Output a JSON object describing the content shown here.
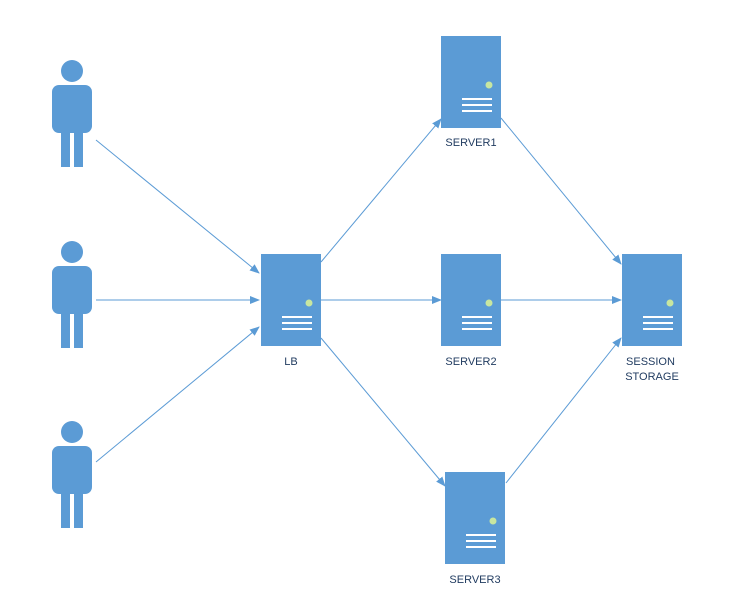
{
  "colors": {
    "node_fill": "#5b9bd5",
    "connector": "#5b9bd5",
    "indicator": "#c8e6a0",
    "label_text": "#1f3a5f",
    "background": "#ffffff"
  },
  "nodes": {
    "user1": {
      "type": "user",
      "icon": "person-icon"
    },
    "user2": {
      "type": "user",
      "icon": "person-icon"
    },
    "user3": {
      "type": "user",
      "icon": "person-icon"
    },
    "lb": {
      "type": "server",
      "icon": "server-icon",
      "label": "LB"
    },
    "server1": {
      "type": "server",
      "icon": "server-icon",
      "label": "SERVER1"
    },
    "server2": {
      "type": "server",
      "icon": "server-icon",
      "label": "SERVER2"
    },
    "server3": {
      "type": "server",
      "icon": "server-icon",
      "label": "SERVER3"
    },
    "session_storage": {
      "type": "server",
      "icon": "server-icon",
      "label_line1": "SESSION",
      "label_line2": "STORAGE"
    }
  },
  "edges": [
    {
      "from": "user1",
      "to": "lb"
    },
    {
      "from": "user2",
      "to": "lb"
    },
    {
      "from": "user3",
      "to": "lb"
    },
    {
      "from": "lb",
      "to": "server1"
    },
    {
      "from": "lb",
      "to": "server2"
    },
    {
      "from": "lb",
      "to": "server3"
    },
    {
      "from": "server1",
      "to": "session_storage"
    },
    {
      "from": "server2",
      "to": "session_storage"
    },
    {
      "from": "server3",
      "to": "session_storage"
    }
  ]
}
